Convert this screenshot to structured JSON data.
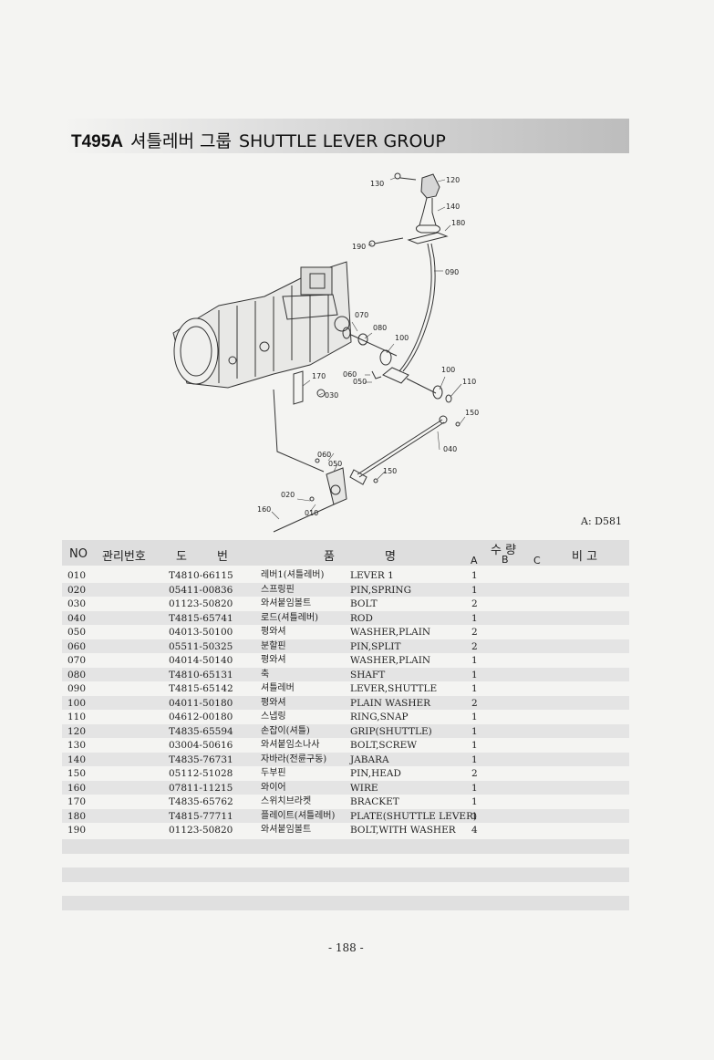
{
  "header": {
    "code": "T495A",
    "title_kor": "셔틀레버 그룹",
    "title_eng": "SHUTTLE LEVER GROUP"
  },
  "diagram": {
    "ref": "A: D581",
    "labels": [
      "130",
      "120",
      "140",
      "180",
      "190",
      "090",
      "070",
      "080",
      "100",
      "060",
      "050",
      "170",
      "030",
      "100",
      "110",
      "150",
      "040",
      "060",
      "050",
      "150",
      "020",
      "010",
      "160"
    ]
  },
  "table": {
    "headers": {
      "no": "NO",
      "mgmt": "관리번호",
      "drawing_1": "도",
      "drawing_2": "번",
      "name_1": "품",
      "name_2": "명",
      "qty": "수 량",
      "qty_a": "A",
      "qty_b": "B",
      "qty_c": "C",
      "remarks": "비 고"
    },
    "rows": [
      {
        "no": "010",
        "part": "T4810-66115",
        "kor": "레버1(셔틀레버)",
        "eng": "LEVER 1",
        "qty": "1"
      },
      {
        "no": "020",
        "part": "05411-00836",
        "kor": "스프링핀",
        "eng": "PIN,SPRING",
        "qty": "1"
      },
      {
        "no": "030",
        "part": "01123-50820",
        "kor": "와셔붙임볼트",
        "eng": "BOLT",
        "qty": "2"
      },
      {
        "no": "040",
        "part": "T4815-65741",
        "kor": "로드(셔틀레버)",
        "eng": "ROD",
        "qty": "1"
      },
      {
        "no": "050",
        "part": "04013-50100",
        "kor": "평와셔",
        "eng": "WASHER,PLAIN",
        "qty": "2"
      },
      {
        "no": "060",
        "part": "05511-50325",
        "kor": "분할핀",
        "eng": "PIN,SPLIT",
        "qty": "2"
      },
      {
        "no": "070",
        "part": "04014-50140",
        "kor": "평와셔",
        "eng": "WASHER,PLAIN",
        "qty": "1"
      },
      {
        "no": "080",
        "part": "T4810-65131",
        "kor": "축",
        "eng": "SHAFT",
        "qty": "1"
      },
      {
        "no": "090",
        "part": "T4815-65142",
        "kor": "셔틀레버",
        "eng": "LEVER,SHUTTLE",
        "qty": "1"
      },
      {
        "no": "100",
        "part": "04011-50180",
        "kor": "평와셔",
        "eng": "PLAIN WASHER",
        "qty": "2"
      },
      {
        "no": "110",
        "part": "04612-00180",
        "kor": "스냅링",
        "eng": "RING,SNAP",
        "qty": "1"
      },
      {
        "no": "120",
        "part": "T4835-65594",
        "kor": "손잡이(셔틀)",
        "eng": "GRIP(SHUTTLE)",
        "qty": "1"
      },
      {
        "no": "130",
        "part": "03004-50616",
        "kor": "와셔붙임소나사",
        "eng": "BOLT,SCREW",
        "qty": "1"
      },
      {
        "no": "140",
        "part": "T4835-76731",
        "kor": "자바라(전륜구동)",
        "eng": "JABARA",
        "qty": "1"
      },
      {
        "no": "150",
        "part": "05112-51028",
        "kor": "두부핀",
        "eng": "PIN,HEAD",
        "qty": "2"
      },
      {
        "no": "160",
        "part": "07811-11215",
        "kor": "와이어",
        "eng": "WIRE",
        "qty": "1"
      },
      {
        "no": "170",
        "part": "T4835-65762",
        "kor": "스위치브라켓",
        "eng": "BRACKET",
        "qty": "1"
      },
      {
        "no": "180",
        "part": "T4815-77711",
        "kor": "플레이트(셔틀레버)",
        "eng": "PLATE(SHUTTLE LEVER)",
        "qty": "1"
      },
      {
        "no": "190",
        "part": "01123-50820",
        "kor": "와셔붙임볼트",
        "eng": "BOLT,WITH WASHER",
        "qty": "4"
      }
    ]
  },
  "footer": {
    "page": "- 188 -"
  }
}
